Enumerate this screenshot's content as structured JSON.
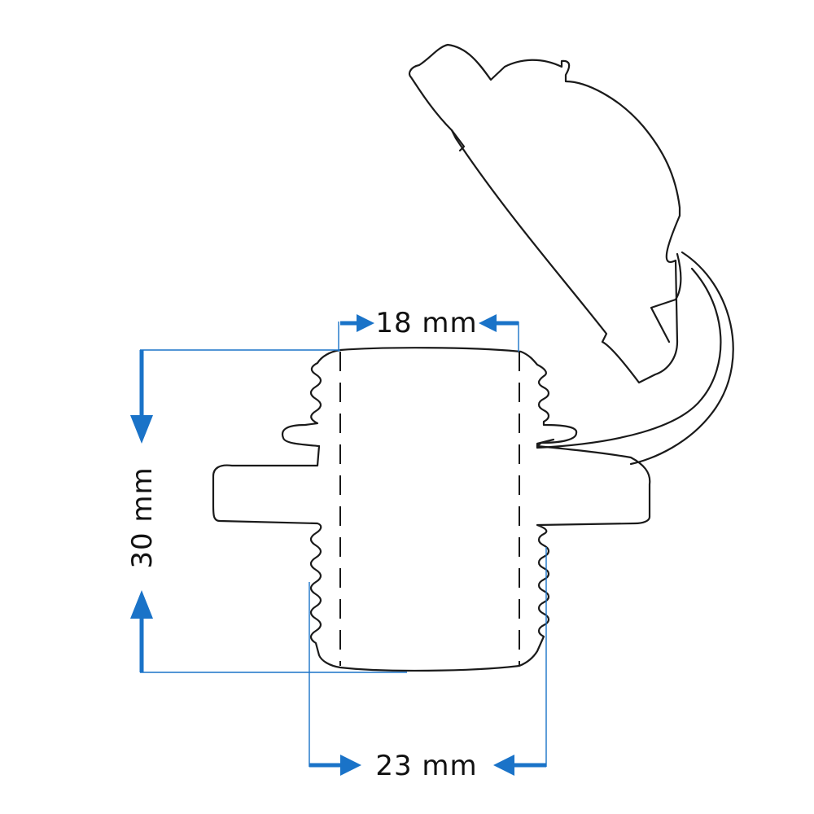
{
  "dimensions": {
    "inner_diameter": "18 mm",
    "outer_thread_diameter": "23 mm",
    "height": "30 mm"
  },
  "colors": {
    "dimension": "#1a73c8",
    "outline": "#1a1a1a",
    "background": "#ffffff"
  }
}
